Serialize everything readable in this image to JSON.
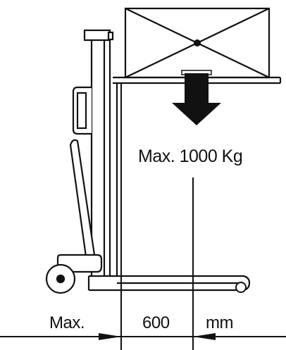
{
  "diagram": {
    "load_label": "Max. 1000 Kg",
    "dimension": {
      "prefix": "Max.",
      "value": "600",
      "unit": "mm"
    }
  },
  "colors": {
    "ink": "#111111",
    "background": "#ffffff"
  }
}
